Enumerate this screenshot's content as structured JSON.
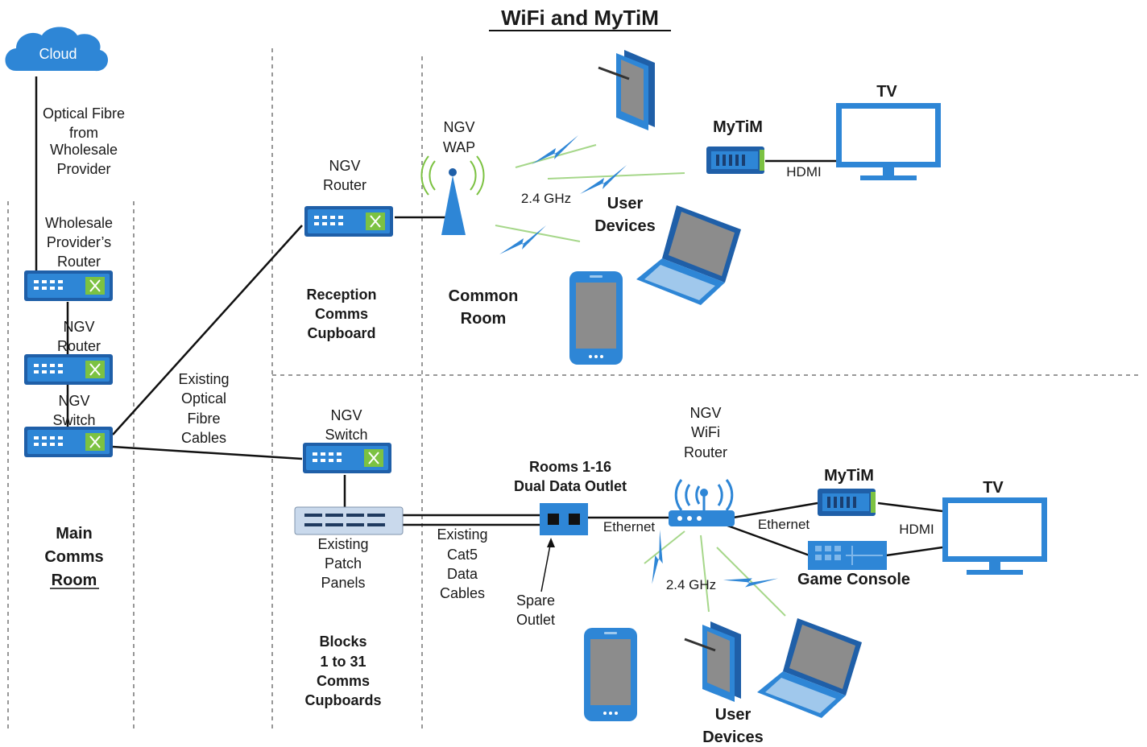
{
  "title": "WiFi and MyTiM",
  "colors": {
    "device_blue": "#2e86d6",
    "device_dark": "#1f5fa8",
    "screen_grey": "#8c8c8c",
    "link": "#111111",
    "divider": "#777777",
    "green": "#7cc242"
  },
  "main_room": {
    "cloud": "Cloud",
    "fibre_label": [
      "Optical Fibre",
      "from",
      "Wholesale",
      "Provider"
    ],
    "wholesale_router": [
      "Wholesale",
      "Provider’s",
      "Router"
    ],
    "ngv_router": [
      "NGV",
      "Router"
    ],
    "ngv_switch": [
      "NGV",
      "Switch"
    ],
    "room_name": [
      "Main",
      "Comms",
      "Room"
    ]
  },
  "existing_fibre": [
    "Existing",
    "Optical",
    "Fibre",
    "Cables"
  ],
  "reception": {
    "router": [
      "NGV",
      "Router"
    ],
    "cupboard": [
      "Reception",
      "Comms",
      "Cupboard"
    ]
  },
  "common_room": {
    "wap": [
      "NGV",
      "WAP"
    ],
    "freq": "2.4 GHz",
    "user_devices": [
      "User",
      "Devices"
    ],
    "room_name": [
      "Common",
      "Room"
    ],
    "mytim": "MyTiM",
    "hdmi": "HDMI",
    "tv": "TV"
  },
  "blocks": {
    "switch": [
      "NGV",
      "Switch"
    ],
    "patch_panels": [
      "Existing",
      "Patch",
      "Panels"
    ],
    "cat5": [
      "Existing",
      "Cat5",
      "Data",
      "Cables"
    ],
    "cupboards": [
      "Blocks",
      "1 to 31",
      "Comms",
      "Cupboards"
    ]
  },
  "rooms": {
    "outlet_title": [
      "Rooms 1-16",
      "Dual Data Outlet"
    ],
    "spare_outlet": [
      "Spare",
      "Outlet"
    ],
    "ethernet_1": "Ethernet",
    "wifi_router": [
      "NGV",
      "WiFi",
      "Router"
    ],
    "ethernet_2": "Ethernet",
    "mytim": "MyTiM",
    "hdmi": "HDMI",
    "tv": "TV",
    "game_console": "Game Console",
    "freq": "2.4 GHz",
    "user_devices": [
      "User",
      "Devices"
    ]
  }
}
